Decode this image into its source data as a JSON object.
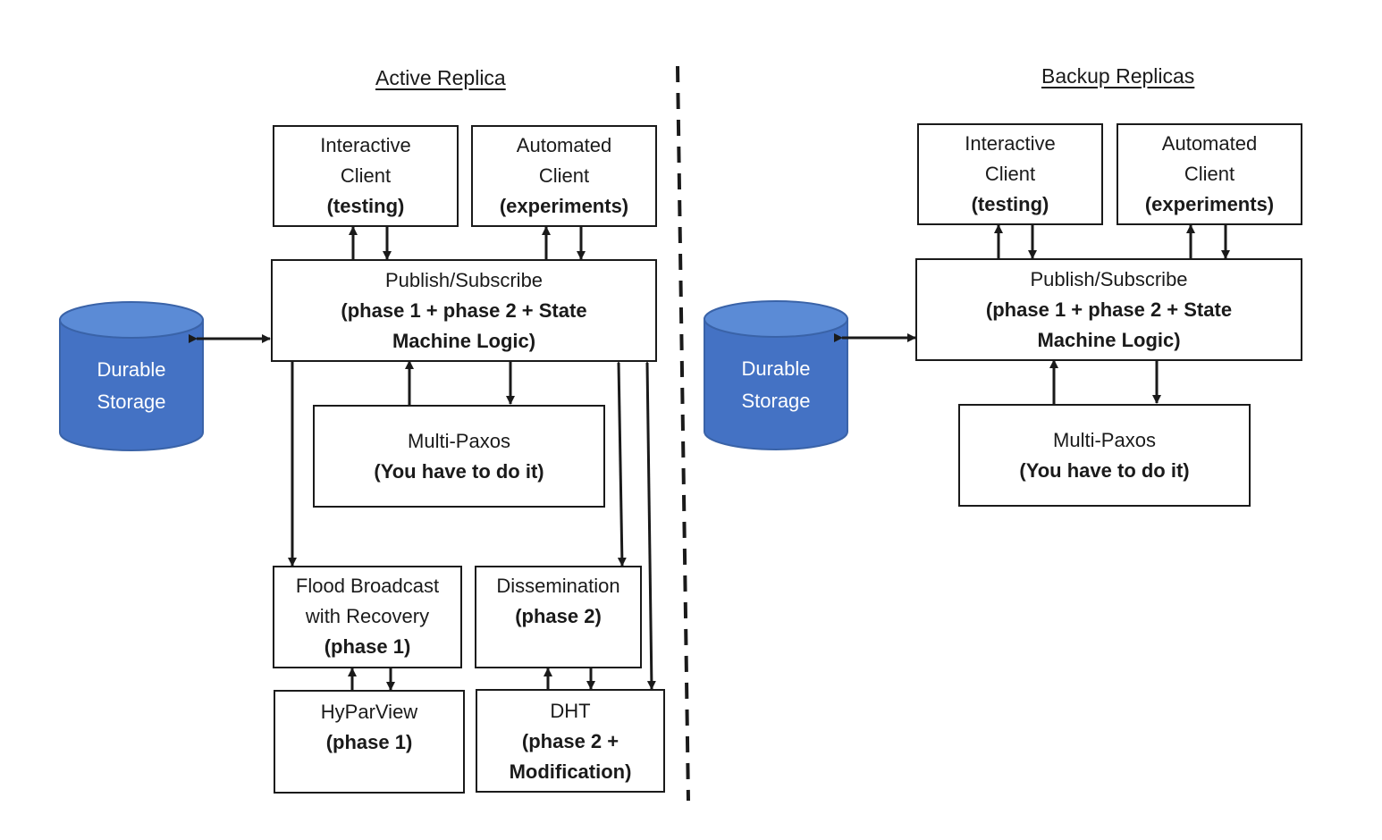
{
  "left": {
    "heading": "Active Replica",
    "interactive_client": {
      "line1": "Interactive",
      "line2": "Client",
      "line3": "(testing)"
    },
    "automated_client": {
      "line1": "Automated",
      "line2": "Client",
      "line3": "(experiments)"
    },
    "pubsub": {
      "line1": "Publish/Subscribe",
      "line2": "(phase 1 + phase 2 + State",
      "line3": "Machine Logic)"
    },
    "storage": {
      "line1": "Durable",
      "line2": "Storage"
    },
    "multipaxos": {
      "line1": "Multi-Paxos",
      "line2": "(You have to do it)"
    },
    "flood": {
      "line1": "Flood Broadcast",
      "line2": "with Recovery",
      "line3": "(phase 1)"
    },
    "dissemination": {
      "line1": "Dissemination",
      "line2": "(phase 2)"
    },
    "hyparview": {
      "line1": "HyParView",
      "line2": "(phase 1)"
    },
    "dht": {
      "line1": "DHT",
      "line2": "(phase 2 +",
      "line3": "Modification)"
    }
  },
  "right": {
    "heading": "Backup Replicas",
    "interactive_client": {
      "line1": "Interactive",
      "line2": "Client",
      "line3": "(testing)"
    },
    "automated_client": {
      "line1": "Automated",
      "line2": "Client",
      "line3": "(experiments)"
    },
    "pubsub": {
      "line1": "Publish/Subscribe",
      "line2": "(phase 1 + phase 2 + State",
      "line3": "Machine Logic)"
    },
    "storage": {
      "line1": "Durable",
      "line2": "Storage"
    },
    "multipaxos": {
      "line1": "Multi-Paxos",
      "line2": "(You have to do it)"
    }
  },
  "colors": {
    "storage_fill": "#4472c4",
    "storage_top": "#5b8bd6",
    "storage_stroke": "#3a63a8",
    "line": "#1a1a1a"
  }
}
